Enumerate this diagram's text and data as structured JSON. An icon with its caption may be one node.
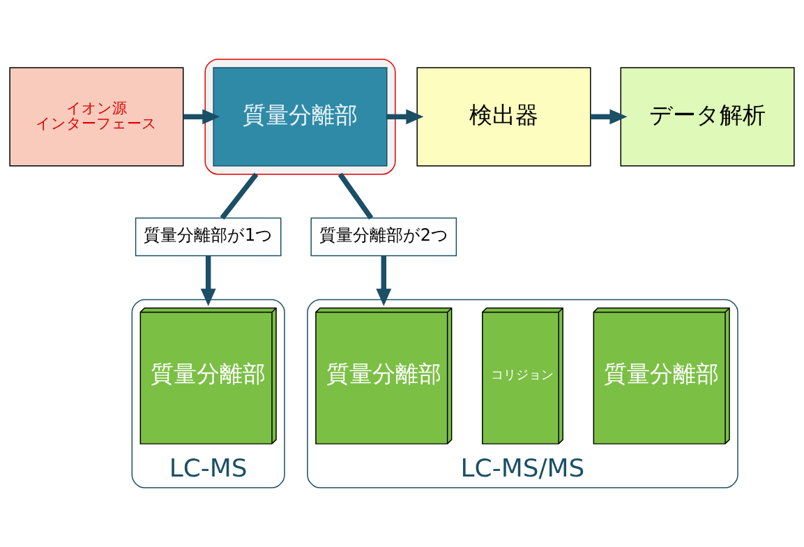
{
  "diagram": {
    "nodes": [
      {
        "text": [
          "イオン源",
          "インターフェース"
        ]
      },
      {
        "text": [],
        "shape": "box"
      },
      {
        "text": [
          "質量分離部"
        ],
        "in": 1
      },
      {
        "text": [
          "検出器"
        ]
      },
      {
        "text": [
          "データ解析"
        ]
      },
      {
        "text": [
          "質量分離部が1つ"
        ]
      },
      {
        "text": [
          "質量分離部が2つ"
        ]
      },
      {
        "text": [
          "LC-MS"
        ]
      },
      {
        "text": [
          "質量分離部"
        ],
        "in": 7
      },
      {
        "text": [
          "LC-MS/MS"
        ]
      },
      {
        "text": [
          "質量分離部"
        ],
        "in": 9
      },
      {
        "text": [
          "コリジョン"
        ],
        "in": 9
      },
      {
        "text": [
          "質量分離部"
        ],
        "in": 9
      }
    ],
    "edges": [
      {
        "from": 0,
        "to": 2,
        "arrow": "to"
      },
      {
        "from": 2,
        "to": 3,
        "arrow": "to"
      },
      {
        "from": 3,
        "to": 4,
        "arrow": "to"
      },
      {
        "from": 1,
        "to": 5,
        "arrow": "none"
      },
      {
        "from": 1,
        "to": 6,
        "arrow": "none"
      },
      {
        "from": 5,
        "to": 7,
        "arrow": "to"
      },
      {
        "from": 6,
        "to": 9,
        "arrow": "to"
      }
    ]
  }
}
